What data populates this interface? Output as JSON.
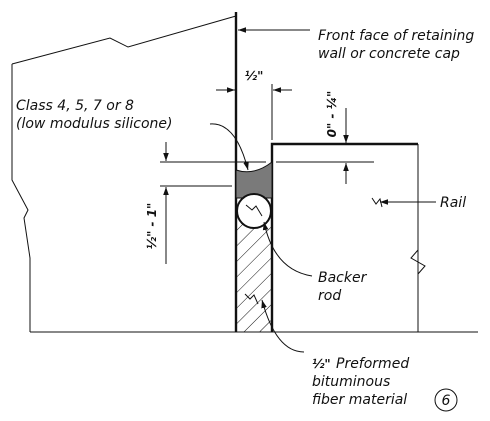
{
  "labels": {
    "front_face": [
      "Front face of retaining",
      "wall or concrete cap"
    ],
    "sealant": [
      "Class 4, 5, 7 or 8",
      "(low modulus silicone)"
    ],
    "rail": "Rail",
    "backer_rod": [
      "Backer",
      "rod"
    ],
    "fiber": [
      "Preformed",
      "bituminous",
      "fiber material"
    ],
    "fiber_note_number": "6"
  },
  "dimensions": {
    "joint_width": "½\"",
    "recess": "0\" - ¼\"",
    "sealant_depth": "½\" - 1\"",
    "fiber_thickness": "½\""
  },
  "colors": {
    "sealant_fill": "#7a7a7a",
    "line": "#111111"
  }
}
